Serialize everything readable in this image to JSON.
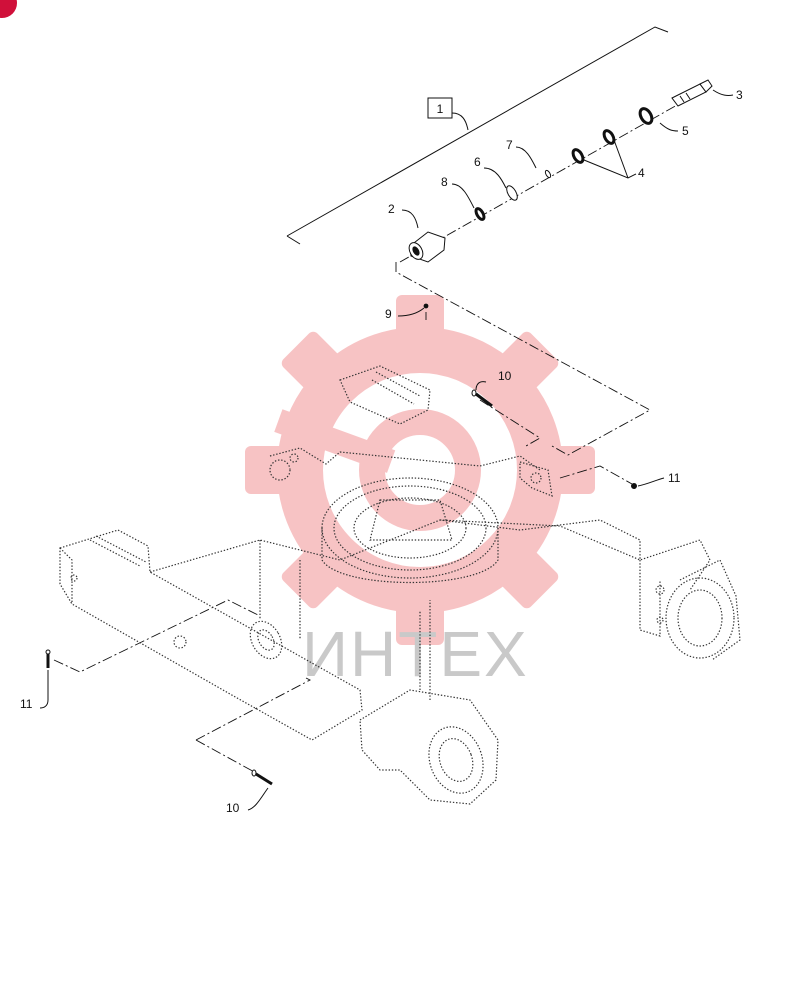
{
  "callouts": {
    "group_label": "1",
    "c2": "2",
    "c3": "3",
    "c4": "4",
    "c5": "5",
    "c6": "6",
    "c7": "7",
    "c8": "8",
    "c9": "9",
    "c10_top": "10",
    "c10_bottom": "10",
    "c11_right": "11",
    "c11_left": "11"
  },
  "watermark": {
    "text": "ИНТЕХ",
    "color": "#e8474c",
    "icon": "gear-logo-icon"
  },
  "corner_badge": {
    "icon": "red-circle-badge-icon",
    "color": "#d0103a"
  }
}
